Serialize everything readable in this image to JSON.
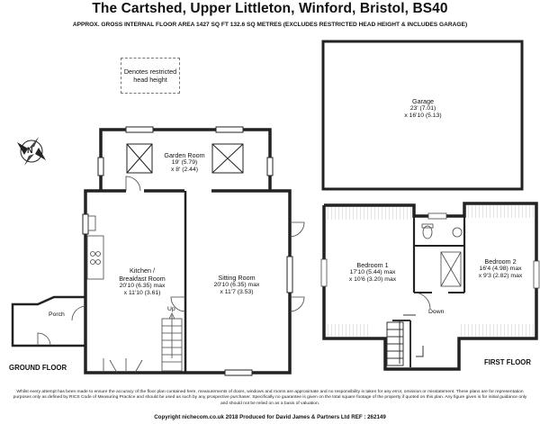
{
  "header": {
    "title": "The Cartshed, Upper Littleton, Winford, Bristol, BS40",
    "subtitle": "APPROX. GROSS INTERNAL FLOOR AREA 1427 SQ FT 132.6 SQ METRES (EXCLUDES RESTRICTED HEAD HEIGHT & INCLUDES GARAGE)"
  },
  "legend": {
    "text": "Denotes restricted head height"
  },
  "compass": {
    "letter": "N"
  },
  "rooms": {
    "garage": {
      "name": "Garage",
      "l1": "23' (7.01)",
      "l2": "x 16'10 (5.13)"
    },
    "garden_room": {
      "name": "Garden Room",
      "l1": "19' (5.79)",
      "l2": "x 8' (2.44)"
    },
    "kitchen": {
      "name": "Kitchen /",
      "name2": "Breakfast Room",
      "l1": "20'10 (6.35) max",
      "l2": "x 11'10 (3.61)"
    },
    "sitting": {
      "name": "Sitting Room",
      "l1": "20'10 (6.35) max",
      "l2": "x 11'7 (3.53)"
    },
    "porch": {
      "name": "Porch"
    },
    "bedroom1": {
      "name": "Bedroom 1",
      "l1": "17'10 (5.44) max",
      "l2": "x 10'6 (3.20) max"
    },
    "bedroom2": {
      "name": "Bedroom 2",
      "l1": "16'4 (4.98) max",
      "l2": "x 9'3 (2.82) max"
    }
  },
  "stairs": {
    "up": "Up",
    "down": "Down"
  },
  "floors": {
    "ground": "GROUND FLOOR",
    "first": "FIRST FLOOR"
  },
  "disclaimer": "Whilst every attempt has been made to ensure the accuracy of the floor plan contained here, measurements of doors, windows and rooms are approximate and no responsibility is taken for any error, omission or misstatement. These plans are for representation purposes only as defined by RICS Code of Measuring Practice and should be used as such by any prospective purchaser. Specifically no guarantee is given on the total square footage of the property if quoted on this plan. Any figure given is for initial guidance only and should not be relied on as a basis of valuation.",
  "footer": "Copyright nichecom.co.uk 2018     Produced for David James & Partners Ltd     REF : 262149"
}
